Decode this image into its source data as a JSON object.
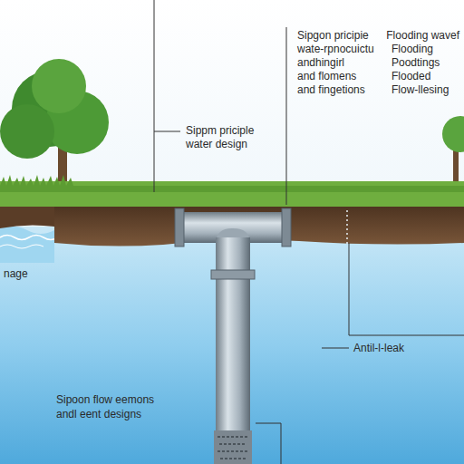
{
  "diagram": {
    "labels": [
      "Sipgon pricipie",
      "wate-rpnocuictu",
      "andhingirl",
      "and flomens",
      "and fingetions",
      "Flooding wavef",
      "Flooding",
      "Poodtings",
      "Flooded",
      "Flow-llesing",
      "Sippm priciple",
      "water design",
      "nage",
      "Antil-l-leak",
      "Sipoon flow eemons",
      "andl eent designs"
    ]
  }
}
